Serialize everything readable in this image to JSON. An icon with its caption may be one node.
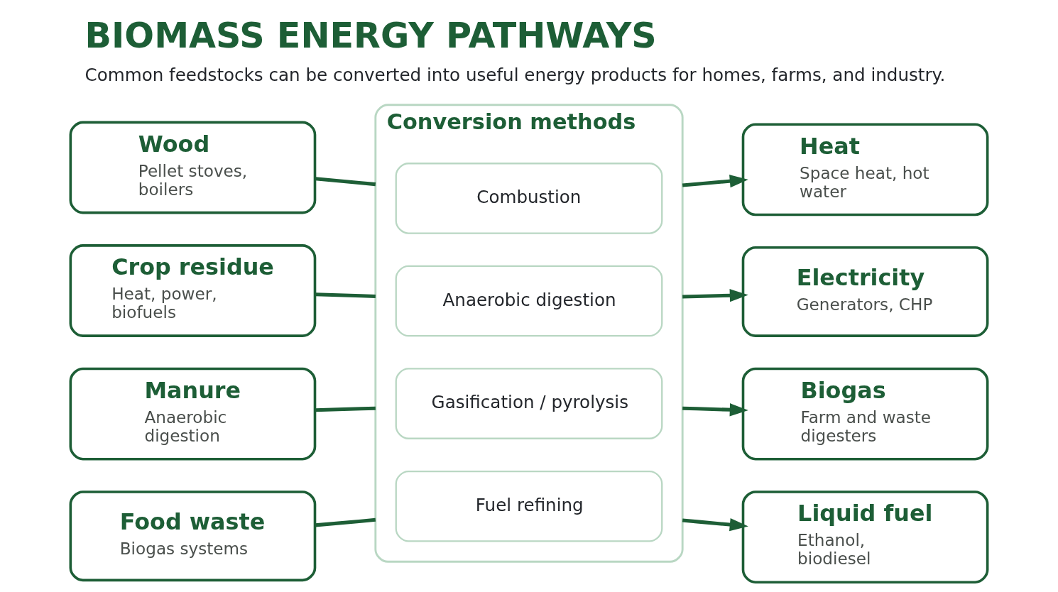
{
  "diagram": {
    "title": "BIOMASS ENERGY PATHWAYS",
    "caption": "Common feedstocks can be converted into useful energy products for homes, farms, and industry.",
    "nodes": [
      {
        "text": [
          "Wood",
          "Pellet stoves, boilers"
        ]
      },
      {
        "text": [
          "Crop residue",
          "Heat, power, biofuels"
        ]
      },
      {
        "text": [
          "Manure",
          "Anaerobic digestion"
        ]
      },
      {
        "text": [
          "Food waste",
          "Biogas systems"
        ]
      },
      {
        "text": [
          "Conversion methods"
        ]
      },
      {
        "text": [
          "Combustion"
        ],
        "in": 4
      },
      {
        "text": [
          "Anaerobic digestion"
        ],
        "in": 4
      },
      {
        "text": [
          "Gasification / pyrolysis"
        ],
        "in": 4
      },
      {
        "text": [
          "Fuel refining"
        ],
        "in": 4
      },
      {
        "text": [
          "Heat",
          "Space heat, hot water"
        ]
      },
      {
        "text": [
          "Electricity",
          "Generators, CHP"
        ]
      },
      {
        "text": [
          "Biogas",
          "Farm and waste digesters"
        ]
      },
      {
        "text": [
          "Liquid fuel",
          "Ethanol, biodiesel"
        ]
      }
    ],
    "edges": [
      {
        "from": 0,
        "to": 4,
        "arrow": "none"
      },
      {
        "from": 1,
        "to": 4,
        "arrow": "none"
      },
      {
        "from": 2,
        "to": 4,
        "arrow": "none"
      },
      {
        "from": 3,
        "to": 4,
        "arrow": "none"
      },
      {
        "from": 4,
        "to": 9,
        "arrow": "to"
      },
      {
        "from": 4,
        "to": 10,
        "arrow": "to"
      },
      {
        "from": 4,
        "to": 11,
        "arrow": "to"
      },
      {
        "from": 4,
        "to": 12,
        "arrow": "to"
      }
    ]
  }
}
